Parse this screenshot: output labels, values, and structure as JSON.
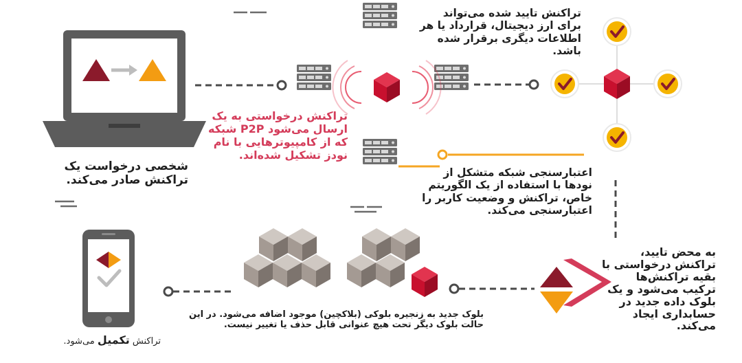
{
  "steps": {
    "request": {
      "line1": "شخصی درخواست یک",
      "line2": "تراکنش صادر می‌کند."
    },
    "p2p": {
      "line1": "تراکنش درخواستی به یک",
      "line2": "ارسال می‌شود P2P شبکه",
      "line3": "که از کامپیوترهایی با نام",
      "line4": "نودز تشکیل شده‌اند."
    },
    "verified": {
      "line1": "تراکنش تایید شده می‌تواند",
      "line2": "برای ارز دیجیتال، قرارداد یا هر",
      "line3": "اطلاعات دیگری برقرار شده",
      "line4": "باشد."
    },
    "validation": {
      "line1": "اعتبارسنجی شبکه متشکل از",
      "line2": "نودها با استفاده از یک الگوریتم",
      "line3": "خاص، تراکنش و وضعیت کاربر را",
      "line4": "اعتبارسنجی می‌کند."
    },
    "combine": {
      "line1": "به محض تایید،",
      "line2": "تراکنش درخواستی با",
      "line3": "بقیه تراکنش‌ها",
      "line4": "ترکیب می‌شود و یک",
      "line5": "بلوک داده جدید در",
      "line6": "حسابداری ایجاد",
      "line7": "می‌کند."
    },
    "chain": {
      "line1": "بلوک جدید به زنجیره بلوکی (بلاکچین) موجود اضافه می‌شود. در این",
      "line2": "حالت بلوک دیگر تحت هیچ عنوانی قابل حذف یا تغییر نیست."
    },
    "complete": {
      "prefix": "تراکنش",
      "emphasis": "تکمیل",
      "suffix": "می‌شود."
    }
  },
  "colors": {
    "accent_red": "#d43c5a",
    "block_red": "#c8102e",
    "gold": "#f5b400",
    "orange": "#f39c12",
    "gray_dark": "#5a5a5a",
    "cube_gray": "#a49a93"
  },
  "icons": [
    "laptop-icon",
    "server-icon",
    "red-cube-icon",
    "check-badge-icon",
    "phone-icon",
    "blockchain-cubes-icon",
    "chevron-logo-icon",
    "signal-waves-icon"
  ]
}
